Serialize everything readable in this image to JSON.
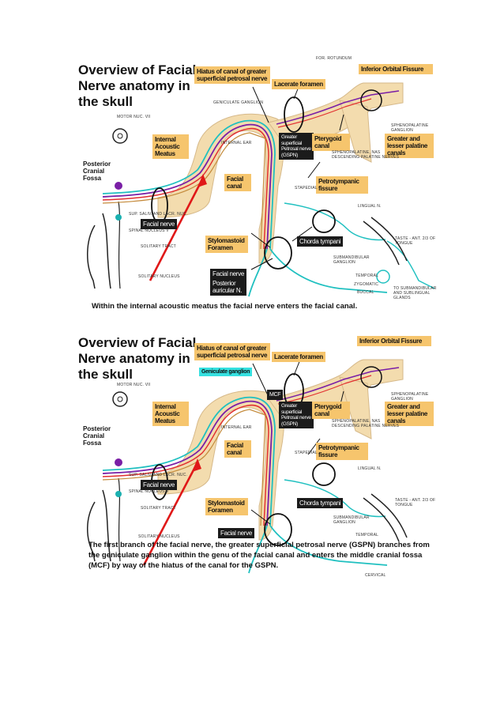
{
  "panel1": {
    "title": "Overview of Facial Nerve anatomy in the skull",
    "boxes": {
      "hiatus": "Hiatus of canal of greater superficial petrosal nerve",
      "lacerate": "Lacerate foramen",
      "inferior_orbital": "Inferior Orbital Fissure",
      "internal_acoustic": "Internal Acoustic Meatus",
      "gspn": "Greater superficial Petrosal nerve (GSPN)",
      "pterygoid": "Pterygoid canal",
      "greater_lesser": "Greater and lesser palatine canals",
      "facial_canal": "Facial canal",
      "petrotympanic": "Petrotympanic fissure",
      "facial_nerve_dark": "Facial nerve",
      "stylomastoid": "Stylomastoid Foramen",
      "chorda": "Chorda tympani",
      "facial_nerve_dark2": "Facial nerve",
      "posterior_auricular": "Posterior auricular N."
    },
    "small": {
      "for_rotundum": "FOR. ROTUNDUM",
      "geniculate": "GENICULATE GANGLION",
      "motor_nuc": "MOTOR NUC. VII",
      "sphenopalatine": "SPHENOPALATINE GANGLION",
      "internal_ear": "INTERNAL EAR",
      "desc_palatine": "SPHENOPALATINE, NAS DESCENDING PALATINE NERVES",
      "stapedial": "STAPEDIAL",
      "lingual": "LINGUAL N.",
      "sup_salv": "SUP. SALIV. AND LACR. NUC.",
      "spinal_nucleus": "SPINAL NUCLEUS V",
      "solitary_tract": "SOLITARY TRACT",
      "taste": "TASTE - ANT. 2/3 OF TONGUE",
      "submandibular": "SUBMANDIBULAR GANGLION",
      "solitary_nucleus": "SOLITARY NUCLEUS",
      "temporal": "TEMPORAL",
      "zygomatic": "ZYGOMATIC",
      "buccal": "BUCCAL",
      "to_submandibular": "TO SUBMANDIBULAR AND SUBLINGUAL GLANDS"
    },
    "posterior_cranial": "Posterior Cranial Fossa",
    "caption": "Within the internal acoustic meatus the facial nerve enters the facial canal."
  },
  "panel2": {
    "title": "Overview of Facial Nerve anatomy in the skull",
    "boxes": {
      "hiatus": "Hiatus of canal of greater superficial petrosal nerve",
      "lacerate": "Lacerate foramen",
      "inferior_orbital": "Inferior Orbital Fissure",
      "geniculate_ganglion": "Geniculate ganglion",
      "mcf": "MCF",
      "internal_acoustic": "Internal Acoustic Meatus",
      "gspn": "Greater superficial Petrosal nerve (GSPN)",
      "pterygoid": "Pterygoid canal",
      "greater_lesser": "Greater and lesser palatine canals",
      "facial_canal": "Facial canal",
      "petrotympanic": "Petrotympanic fissure",
      "facial_nerve_dark": "Facial nerve",
      "stylomastoid": "Stylomastoid Foramen",
      "chorda": "Chorda tympani",
      "facial_nerve_dark2": "Facial nerve"
    },
    "small": {
      "motor_nuc": "MOTOR NUC. VII",
      "sphenopalatine": "SPHENOPALATINE GANGLION",
      "internal_ear": "INTERNAL EAR",
      "desc_palatine": "SPHENOPALATINE, NAS DESCENDING PALATINE NERVES",
      "stapedial": "STAPEDIAL",
      "lingual": "LINGUAL N.",
      "sup_salv": "SUP. SALIV. AND LACR. NUC.",
      "spinal_nucleus": "SPINAL NUCLEUS V",
      "solitary_tract": "SOLITARY TRACT",
      "taste": "TASTE - ANT. 2/3 OF TONGUE",
      "submandibular": "SUBMANDIBULAR GANGLION",
      "solitary_nucleus": "SOLITARY NUCLEUS",
      "temporal": "TEMPORAL",
      "cervical": "CERVICAL"
    },
    "posterior_cranial": "Posterior Cranial Fossa",
    "caption": "The first branch of the facial nerve, the greater superficial petrosal nerve (GSPN) branches from the geniculate ganglion within the genu of the facial canal and enters the middle cranial fossa (MCF) by way of the hiatus of the canal for the GSPN."
  },
  "colors": {
    "box_orange": "#f6c56d",
    "canal_tan": "#f3dcae",
    "nerve_cyan": "#20c0c0",
    "nerve_purple": "#7a1fa6",
    "nerve_red": "#e23030",
    "arrow_red": "#e01818",
    "cyan_label": "#35e0e0"
  }
}
